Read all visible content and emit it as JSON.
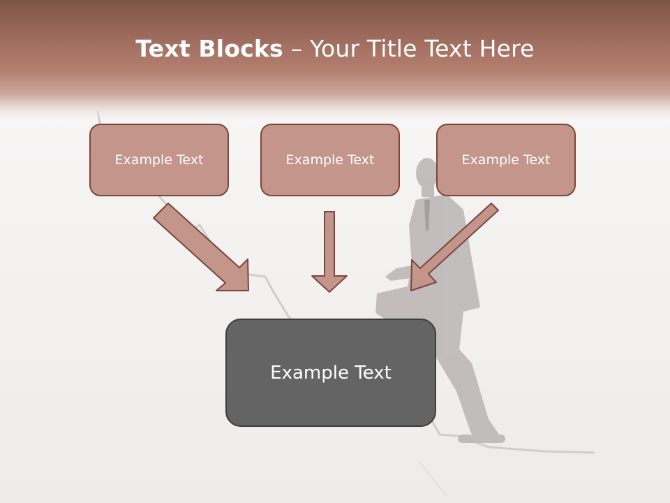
{
  "slide": {
    "title_bold": "Text Blocks",
    "title_rest": " – Your Title Text Here",
    "boxes": [
      {
        "label": "Example Text"
      },
      {
        "label": "Example Text"
      },
      {
        "label": "Example Text"
      }
    ],
    "target_box": {
      "label": "Example Text"
    }
  },
  "colors": {
    "header": "#9c6a5c",
    "box_fill": "#c4958a",
    "box_border": "#7b463c",
    "target_fill": "#646464",
    "arrow_fill": "#c4958a"
  },
  "icons": [
    "arrow-diagonal-right-icon",
    "arrow-down-icon",
    "arrow-diagonal-left-icon"
  ]
}
